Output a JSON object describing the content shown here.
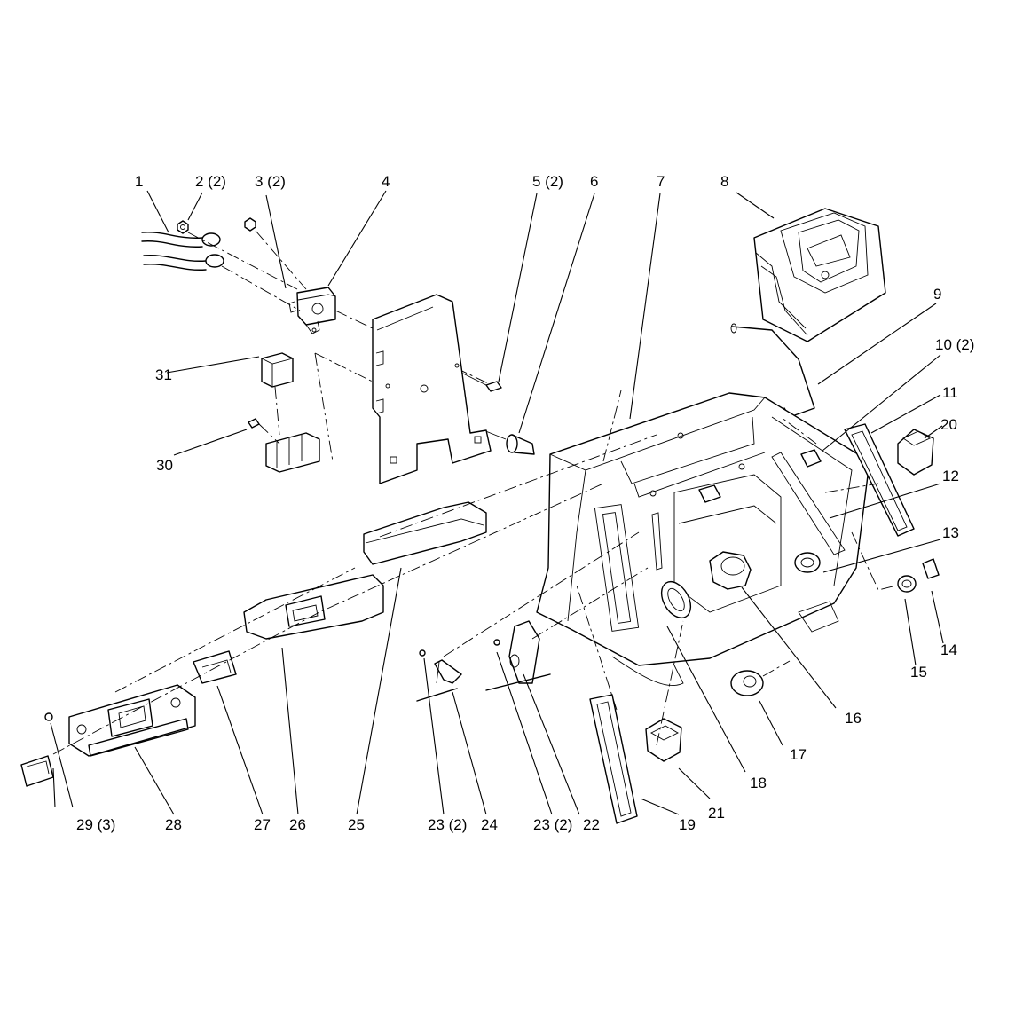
{
  "callouts": [
    {
      "id": "c1",
      "text": "1"
    },
    {
      "id": "c2",
      "text": "2 (2)"
    },
    {
      "id": "c3",
      "text": "3 (2)"
    },
    {
      "id": "c4",
      "text": "4"
    },
    {
      "id": "c5",
      "text": "5 (2)"
    },
    {
      "id": "c6",
      "text": "6"
    },
    {
      "id": "c7",
      "text": "7"
    },
    {
      "id": "c8",
      "text": "8"
    },
    {
      "id": "c9",
      "text": "9"
    },
    {
      "id": "c10",
      "text": "10 (2)"
    },
    {
      "id": "c11",
      "text": "11"
    },
    {
      "id": "c12",
      "text": "12"
    },
    {
      "id": "c13",
      "text": "13"
    },
    {
      "id": "c14",
      "text": "14"
    },
    {
      "id": "c15",
      "text": "15"
    },
    {
      "id": "c16",
      "text": "16"
    },
    {
      "id": "c17",
      "text": "17"
    },
    {
      "id": "c18",
      "text": "18"
    },
    {
      "id": "c19",
      "text": "19"
    },
    {
      "id": "c20",
      "text": "20"
    },
    {
      "id": "c21",
      "text": "21"
    },
    {
      "id": "c22",
      "text": "22"
    },
    {
      "id": "c23a",
      "text": "23 (2)"
    },
    {
      "id": "c23b",
      "text": "23 (2)"
    },
    {
      "id": "c24",
      "text": "24"
    },
    {
      "id": "c25",
      "text": "25"
    },
    {
      "id": "c26",
      "text": "26"
    },
    {
      "id": "c27",
      "text": "27"
    },
    {
      "id": "c28",
      "text": "28"
    },
    {
      "id": "c29",
      "text": "29 (3)"
    },
    {
      "id": "c30",
      "text": "30"
    },
    {
      "id": "c31",
      "text": "31"
    }
  ]
}
